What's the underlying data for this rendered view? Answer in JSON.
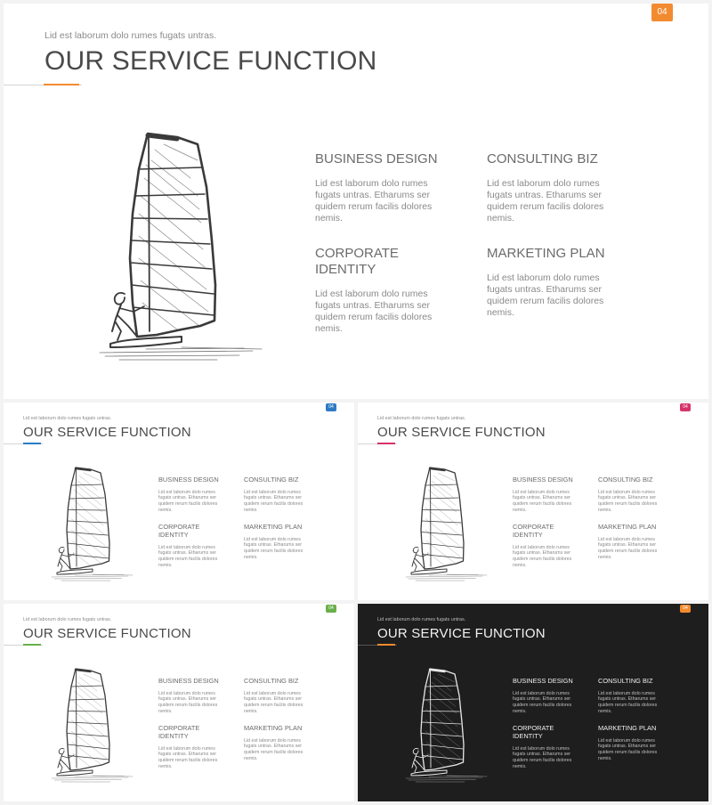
{
  "slides": [
    {
      "id": "s-main",
      "variant": "main",
      "subtitle": "Lid est laborum dolo rumes fugats untras.",
      "title": "OUR SERVICE FUNCTION",
      "badge": "04",
      "accent_color": "#f28b30",
      "dark": false,
      "services": [
        {
          "title": "BUSINESS DESIGN",
          "text": "Lid est laborum dolo rumes fugats untras. Etharums ser quidem rerum facilis dolores nemis."
        },
        {
          "title": "CONSULTING BIZ",
          "text": "Lid est laborum dolo rumes fugats untras. Etharums ser quidem rerum facilis dolores nemis."
        },
        {
          "title": "CORPORATE IDENTITY",
          "text": "Lid est laborum dolo rumes fugats untras. Etharums ser quidem rerum facilis dolores nemis."
        },
        {
          "title": "MARKETING PLAN",
          "text": "Lid est laborum dolo rumes fugats untras. Etharums ser quidem rerum facilis dolores nemis."
        }
      ]
    },
    {
      "id": "s-b",
      "variant": "small",
      "subtitle": "Lid est laborum dolo rumes fugats untras.",
      "title": "OUR SERVICE FUNCTION",
      "badge": "04",
      "accent_color": "#2e7bc4",
      "dark": false,
      "services": [
        {
          "title": "BUSINESS DESIGN",
          "text": "Lid est laborum dolo rumes fugats untras. Etharums ser quidem rerum facilis dolores nemis."
        },
        {
          "title": "CONSULTING BIZ",
          "text": "Lid est laborum dolo rumes fugats untras. Etharums ser quidem rerum facilis dolores nemis."
        },
        {
          "title": "CORPORATE IDENTITY",
          "text": "Lid est laborum dolo rumes fugats untras. Etharums ser quidem rerum facilis dolores nemis."
        },
        {
          "title": "MARKETING PLAN",
          "text": "Lid est laborum dolo rumes fugats untras. Etharums ser quidem rerum facilis dolores nemis."
        }
      ]
    },
    {
      "id": "s-c",
      "variant": "small",
      "subtitle": "Lid est laborum dolo rumes fugats untras.",
      "title": "OUR SERVICE FUNCTION",
      "badge": "04",
      "accent_color": "#d6336c",
      "dark": false,
      "services": [
        {
          "title": "BUSINESS DESIGN",
          "text": "Lid est laborum dolo rumes fugats untras. Etharums ser quidem rerum facilis dolores nemis."
        },
        {
          "title": "CONSULTING BIZ",
          "text": "Lid est laborum dolo rumes fugats untras. Etharums ser quidem rerum facilis dolores nemis."
        },
        {
          "title": "CORPORATE IDENTITY",
          "text": "Lid est laborum dolo rumes fugats untras. Etharums ser quidem rerum facilis dolores nemis."
        },
        {
          "title": "MARKETING PLAN",
          "text": "Lid est laborum dolo rumes fugats untras. Etharums ser quidem rerum facilis dolores nemis."
        }
      ]
    },
    {
      "id": "s-d",
      "variant": "small",
      "subtitle": "Lid est laborum dolo rumes fugats untras.",
      "title": "OUR SERVICE FUNCTION",
      "badge": "04",
      "accent_color": "#6ab04c",
      "dark": false,
      "services": [
        {
          "title": "BUSINESS DESIGN",
          "text": "Lid est laborum dolo rumes fugats untras. Etharums ser quidem rerum facilis dolores nemis."
        },
        {
          "title": "CONSULTING BIZ",
          "text": "Lid est laborum dolo rumes fugats untras. Etharums ser quidem rerum facilis dolores nemis."
        },
        {
          "title": "CORPORATE IDENTITY",
          "text": "Lid est laborum dolo rumes fugats untras. Etharums ser quidem rerum facilis dolores nemis."
        },
        {
          "title": "MARKETING PLAN",
          "text": "Lid est laborum dolo rumes fugats untras. Etharums ser quidem rerum facilis dolores nemis."
        }
      ]
    },
    {
      "id": "s-e",
      "variant": "small",
      "subtitle": "Lid est laborum dolo rumes fugats untras.",
      "title": "OUR SERVICE FUNCTION",
      "badge": "04",
      "accent_color": "#f28b30",
      "dark": true,
      "services": [
        {
          "title": "BUSINESS DESIGN",
          "text": "Lid est laborum dolo rumes fugats untras. Etharums ser quidem rerum facilis dolores nemis."
        },
        {
          "title": "CONSULTING BIZ",
          "text": "Lid est laborum dolo rumes fugats untras. Etharums ser quidem rerum facilis dolores nemis."
        },
        {
          "title": "CORPORATE IDENTITY",
          "text": "Lid est laborum dolo rumes fugats untras. Etharums ser quidem rerum facilis dolores nemis."
        },
        {
          "title": "MARKETING PLAN",
          "text": "Lid est laborum dolo rumes fugats untras. Etharums ser quidem rerum facilis dolores nemis."
        }
      ]
    }
  ],
  "icons": {
    "artwork": "windsurfer-sketch-icon"
  }
}
